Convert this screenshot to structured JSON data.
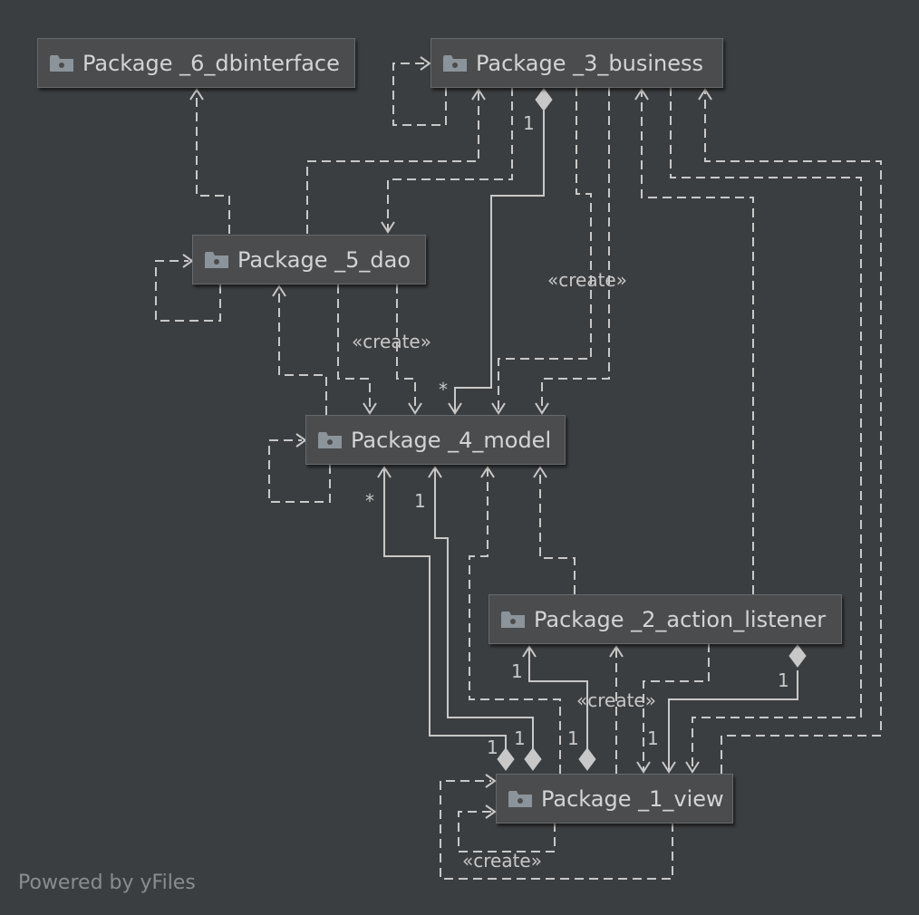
{
  "packages": {
    "p6": "Package _6_dbinterface",
    "p3": "Package _3_business",
    "p5": "Package _5_dao",
    "p4": "Package _4_model",
    "p2": "Package _2_action_listener",
    "p1": "Package _1_view"
  },
  "stereotypes": {
    "create": "«create»"
  },
  "multiplicities": {
    "one": "1",
    "many": "*"
  },
  "footer": "Powered by yFiles",
  "icon": "folder-icon",
  "colors": {
    "background": "#3b3e41",
    "node_fill": "#4a4c4e",
    "node_border": "#666a6d",
    "text": "#d4d4d4",
    "edge": "#c8c8c8",
    "footer_text": "#8a8d90"
  }
}
